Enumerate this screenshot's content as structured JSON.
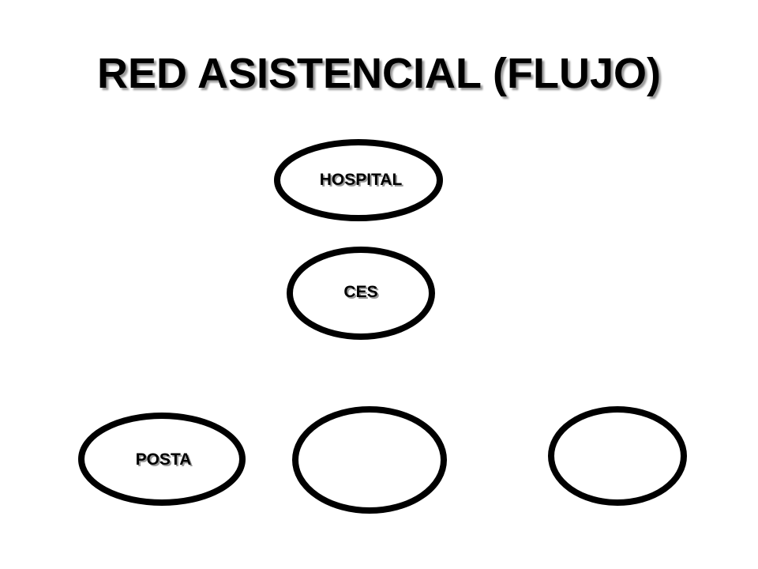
{
  "slide": {
    "title": "RED ASISTENCIAL (FLUJO)"
  },
  "nodes": {
    "hospital": {
      "label": "HOSPITAL"
    },
    "ces": {
      "label": "CES"
    },
    "posta": {
      "label": "POSTA"
    },
    "blank_center": {
      "label": ""
    },
    "blank_right": {
      "label": ""
    }
  }
}
